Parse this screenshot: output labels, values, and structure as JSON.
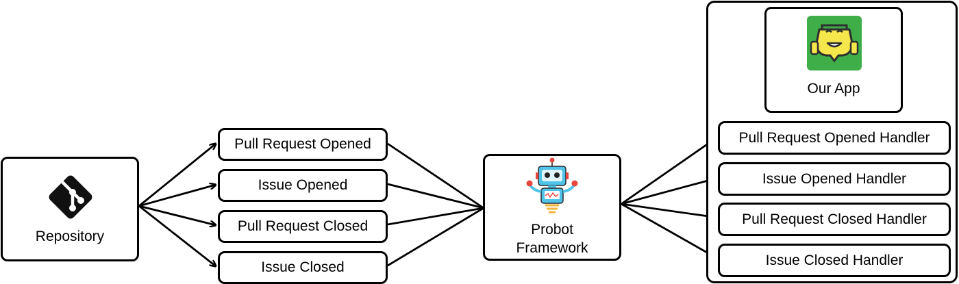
{
  "repository": {
    "label": "Repository",
    "icon": "git-logo-icon"
  },
  "events": [
    {
      "label": "Pull Request Opened"
    },
    {
      "label": "Issue Opened"
    },
    {
      "label": "Pull Request Closed"
    },
    {
      "label": "Issue Closed"
    }
  ],
  "probot": {
    "line1": "Probot",
    "line2": "Framework",
    "icon": "robot-icon"
  },
  "app": {
    "label": "Our App",
    "icon": "app-logo-icon",
    "handlers": [
      {
        "label": "Pull Request Opened Handler"
      },
      {
        "label": "Issue Opened Handler"
      },
      {
        "label": "Pull Request Closed Handler"
      },
      {
        "label": "Issue Closed Handler"
      }
    ]
  },
  "colors": {
    "app_logo_green": "#3fae49",
    "app_logo_yellow": "#f5e64b",
    "robot_blue": "#4fc3e8"
  }
}
